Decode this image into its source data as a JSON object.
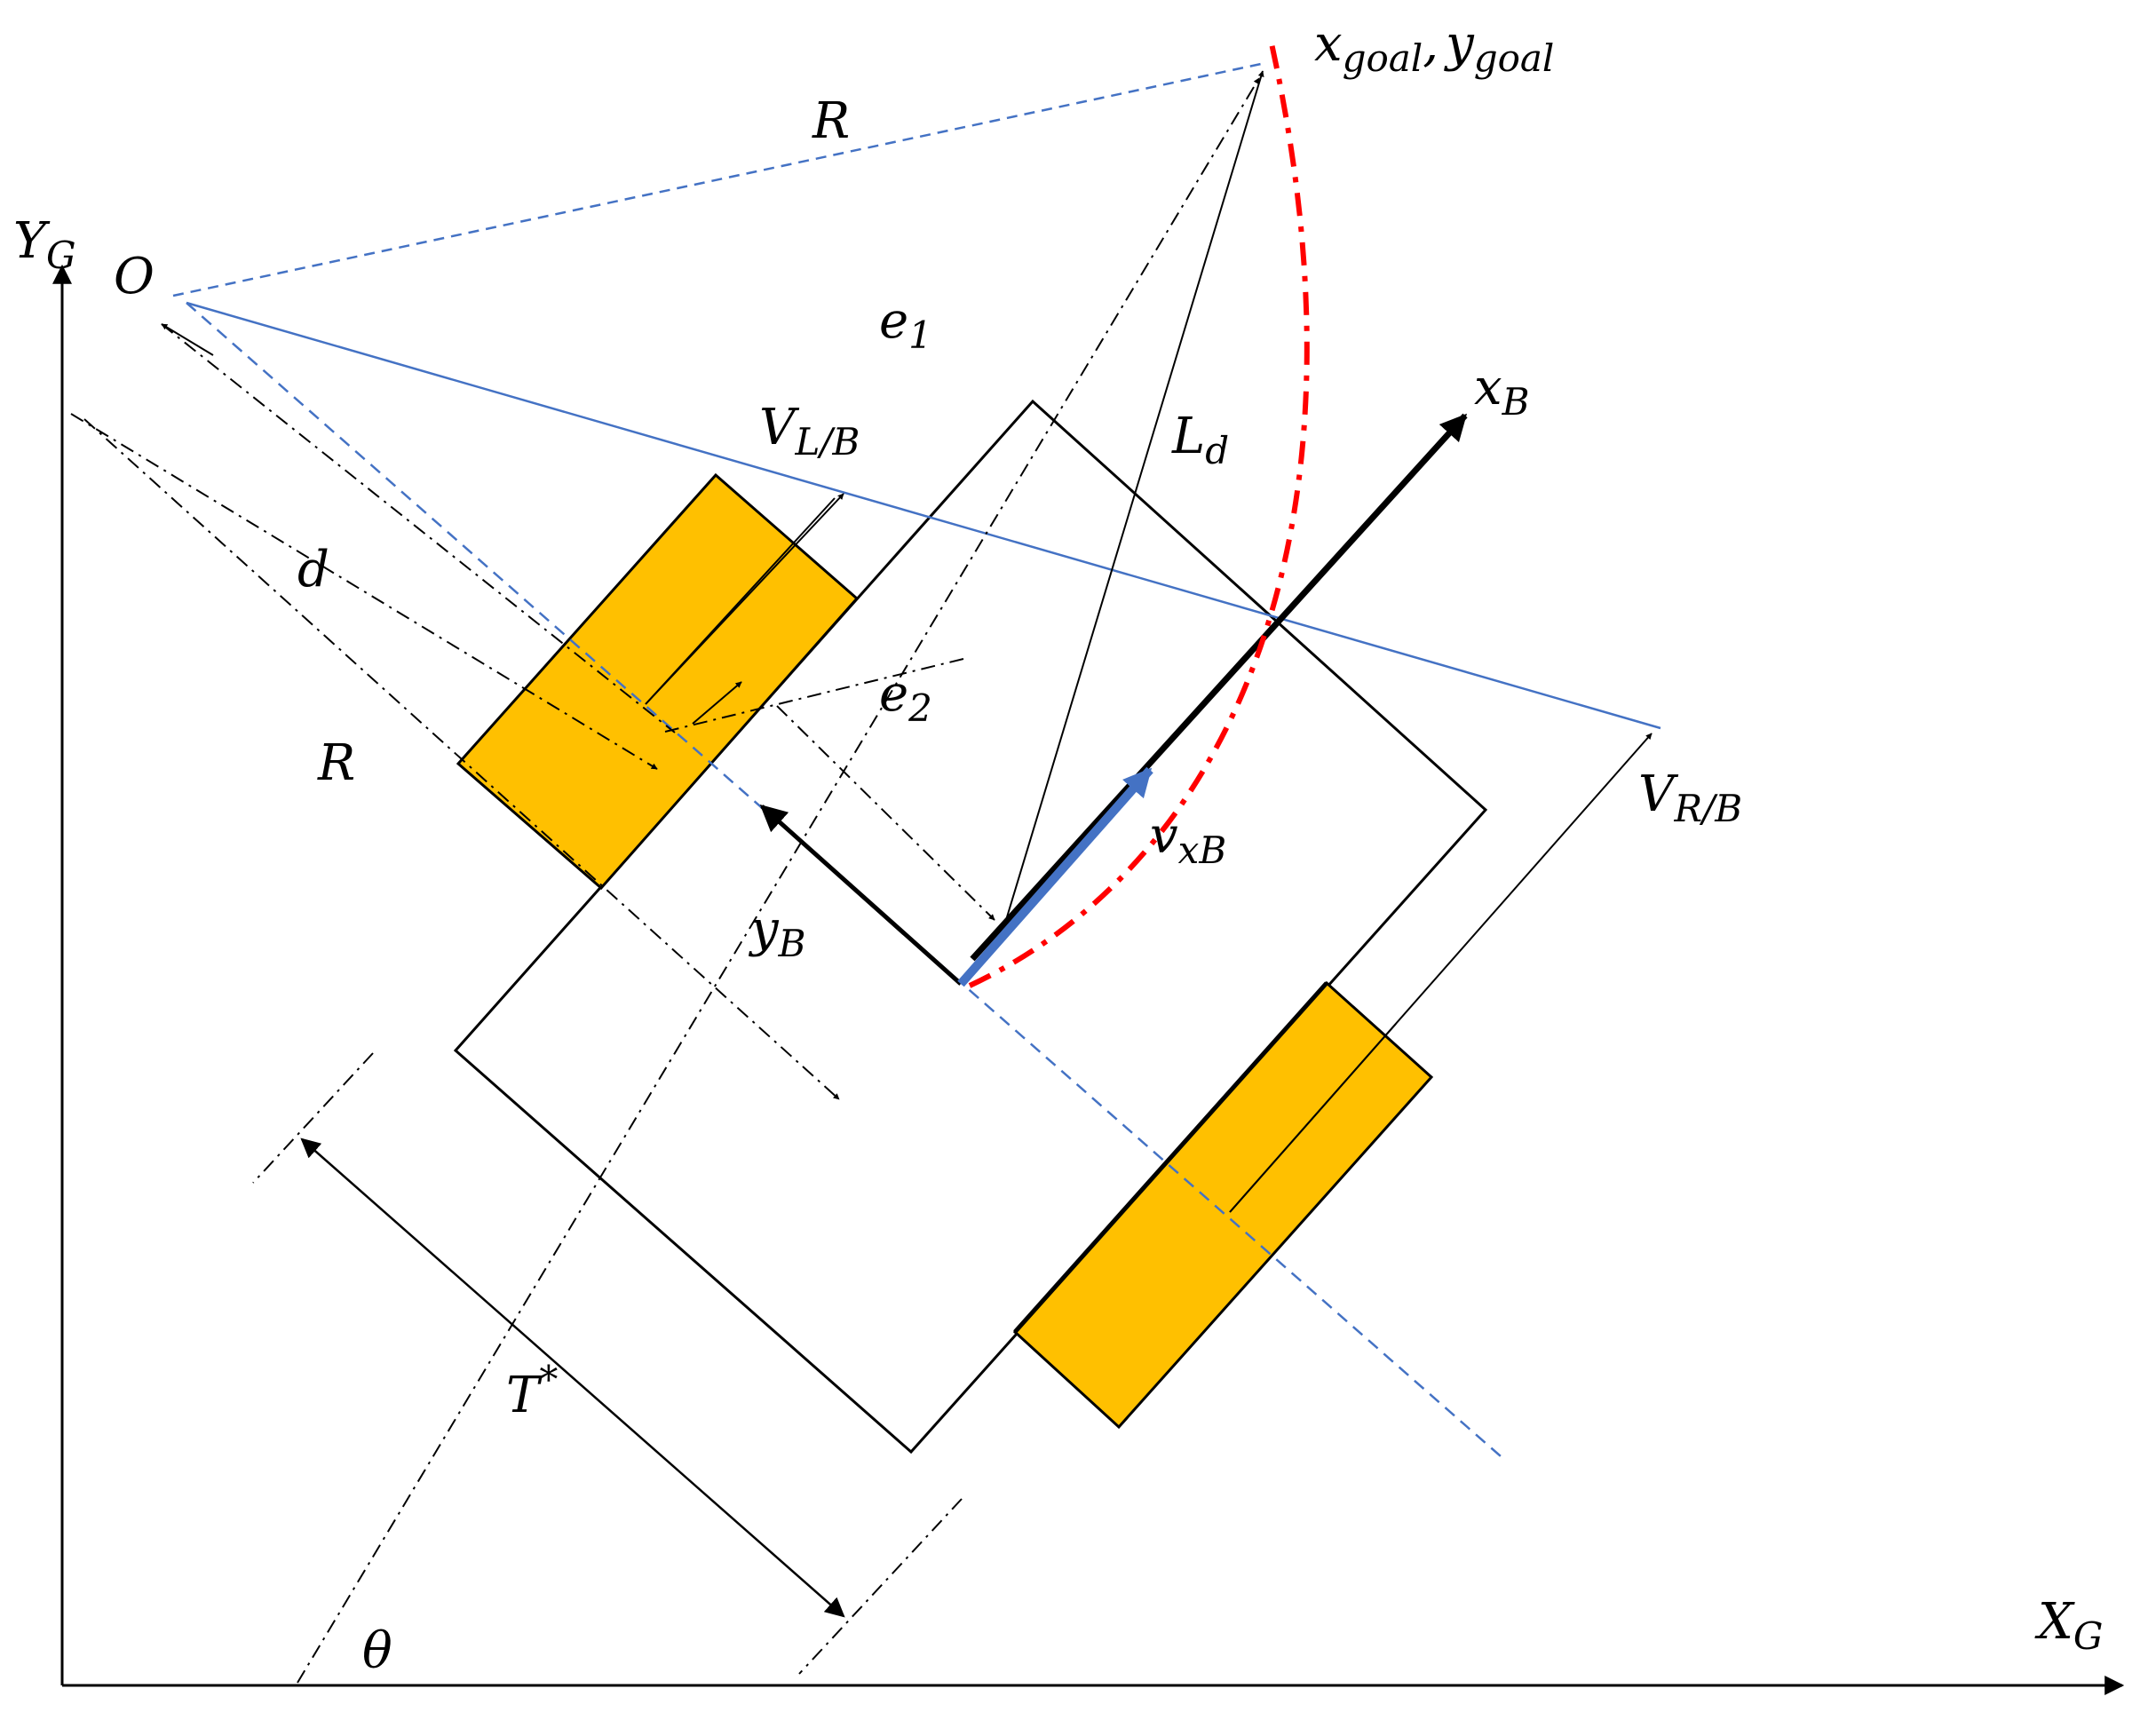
{
  "colors": {
    "ink": "#000000",
    "wheel_fill": "#FFC000",
    "guide_blue": "#4472C4",
    "velocity_blue": "#4472C4",
    "arc_red": "#FF0000"
  },
  "labels": {
    "goal_x": "x",
    "goal_x_sub": "goal",
    "goal_sep": ",",
    "goal_y": "y",
    "goal_y_sub": "goal",
    "R_top": "R",
    "YG": "Y",
    "YG_sub": "G",
    "O": "O",
    "e1": "e",
    "e1_sub": "1",
    "xB": "x",
    "xB_sub": "B",
    "VL": "V",
    "VL_sub": "L/B",
    "Ld": "L",
    "Ld_sub": "d",
    "d": "d",
    "e2": "e",
    "e2_sub": "2",
    "R_left": "R",
    "VR": "V",
    "VR_sub": "R/B",
    "vxB": "v",
    "vxB_sub": "xB",
    "yB": "y",
    "yB_sub": "B",
    "T": "T",
    "T_sup": "*",
    "theta": "θ",
    "XG": "X",
    "XG_sub": "G"
  }
}
